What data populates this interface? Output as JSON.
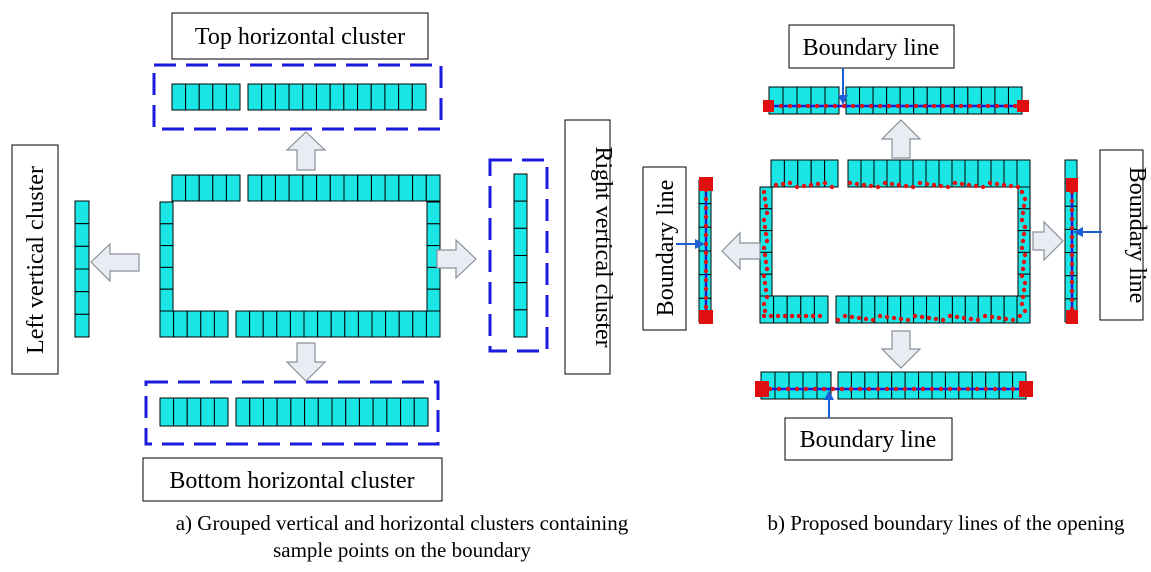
{
  "panel_a": {
    "labels": {
      "top": "Top horizontal cluster",
      "bottom": "Bottom horizontal cluster",
      "left": "Left vertical cluster",
      "right": "Right vertical cluster"
    },
    "caption_line1": "a) Grouped vertical and horizontal clusters containing",
    "caption_line2": "sample points on the boundary"
  },
  "panel_b": {
    "labels": {
      "top": "Boundary line",
      "bottom": "Boundary line",
      "left": "Boundary line",
      "right": "Boundary line"
    },
    "caption": "b) Proposed boundary lines of the opening"
  },
  "colors": {
    "cell_fill": "#1ae6e6",
    "cell_stroke": "#000000",
    "cluster_dash": "#1a1adc",
    "boundary_line": "#1a1adc",
    "sample_point": "#e01010",
    "arrow_fill": "#e8edf3",
    "arrow_stroke": "#8a9098"
  }
}
